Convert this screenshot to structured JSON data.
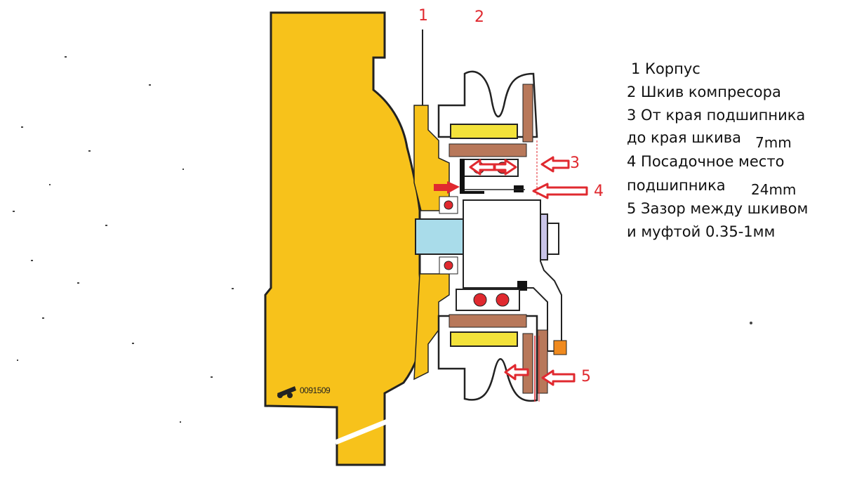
{
  "callouts": [
    "1",
    "2",
    "3",
    "4",
    "5"
  ],
  "legend": [
    "1  Корпус",
    "2 Шкив компресора",
    "3 От края подшипника",
    "до края шкива",
    "4 Посадочное место",
    "подшипника",
    "5 Зазор между шкивом",
    "и муфтой 0.35-1мм"
  ],
  "measurements": {
    "pulley_edge": "7mm",
    "bearing_seat": "24mm"
  },
  "drawing_tag": "0091509",
  "colors": {
    "housing": "#f7c21b",
    "shaft": "#a9dcea",
    "coil": "#f3e23a",
    "friction": "#b8785a",
    "arrow": "#e0292f",
    "nut": "#c9c4e8",
    "spline": "#2ea84a"
  }
}
